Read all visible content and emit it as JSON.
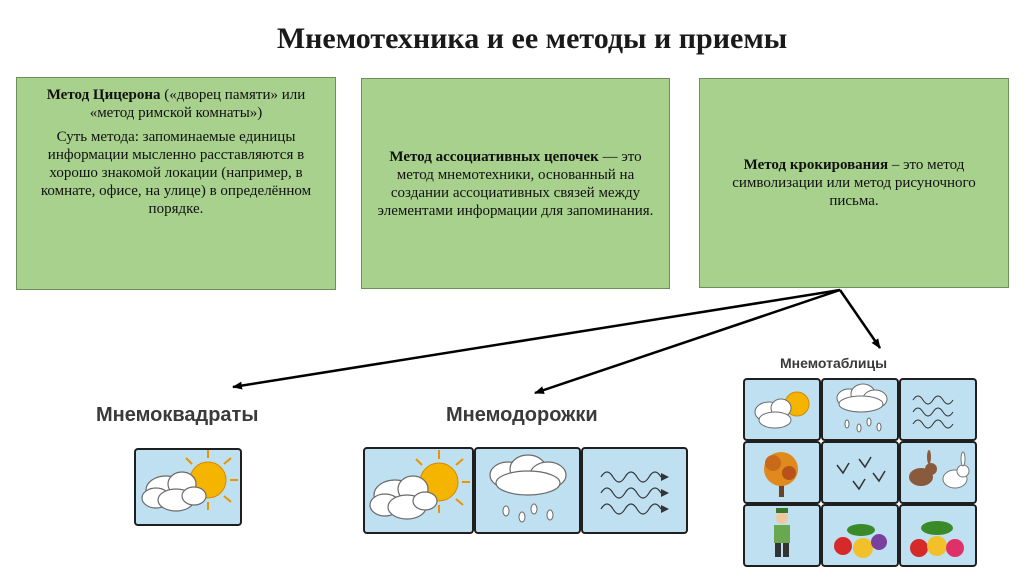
{
  "title": "Мнемотехника и ее методы и приемы",
  "boxes": {
    "cicero": {
      "name": "Метод Цицерона",
      "name_rest": " («дворец памяти» или «метод римской комнаты»)",
      "desc": "Суть метода: запоминаемые единицы информации мысленно расставляются в хорошо знакомой локации (например, в комнате, офисе, на улице) в определённом порядке."
    },
    "chains": {
      "name": "Метод ассоциативных цепочек",
      "desc": " — это метод мнемотехники, основанный на создании ассоциативных связей между элементами информации для запоминания."
    },
    "sketch": {
      "name": "Метод крокирования",
      "desc": " – это метод символизации или метод рисуночного письма."
    }
  },
  "labels": {
    "squares": "Мнемоквадраты",
    "tracks": "Мнемодорожки",
    "tables": "Мнемотаблицы"
  },
  "icons": {
    "square": [
      "sun-cloud-icon"
    ],
    "track": [
      "sun-cloud-icon",
      "rain-cloud-icon",
      "wind-icon"
    ],
    "table": [
      "sun-cloud-icon",
      "rain-cloud-icon",
      "wind-icon",
      "autumn-tree-icon",
      "birds-icon",
      "hare-icon",
      "child-icon",
      "fruit-icon",
      "fruit-icon"
    ]
  },
  "colors": {
    "box_fill": "#a9d18e",
    "cell_fill": "#bfe0f1",
    "sun": "#f4b400",
    "arrow": "#000000"
  }
}
